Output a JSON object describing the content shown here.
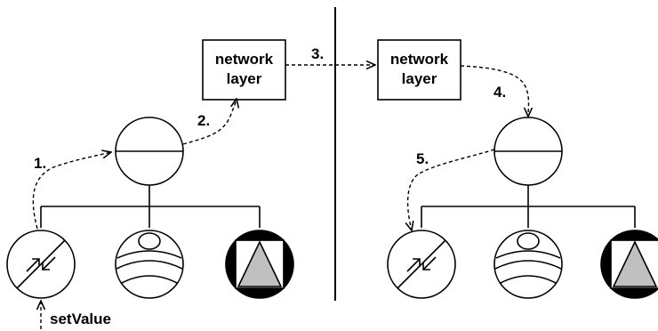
{
  "left_scene": {
    "network_box": {
      "line1": "network",
      "line2": "layer"
    },
    "steps": {
      "one": "1.",
      "two": "2."
    },
    "event_label": "setValue"
  },
  "right_scene": {
    "network_box": {
      "line1": "network",
      "line2": "layer"
    },
    "steps": {
      "four": "4.",
      "five": "5."
    }
  },
  "bridge_step": "3.",
  "colors": {
    "stroke": "#000000",
    "background": "#ffffff",
    "cone_fill": "#c0c0c0"
  }
}
